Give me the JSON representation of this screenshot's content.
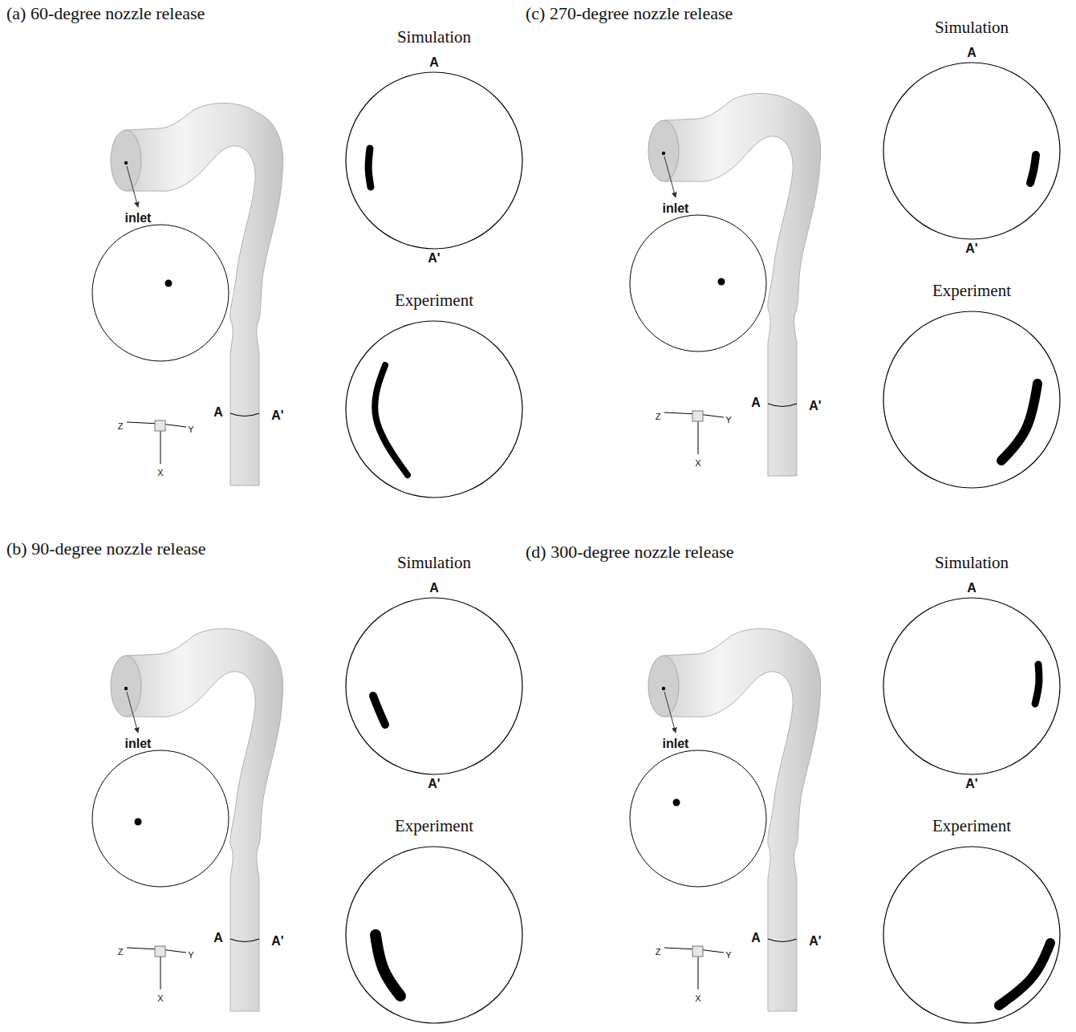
{
  "diagram": {
    "nodes": [
      {
        "text": [
          "Simulation",
          "A",
          "A'"
        ]
      },
      {
        "text": [
          "Experiment"
        ]
      },
      {
        "text": [
          "Simulation",
          "A",
          "A'"
        ]
      },
      {
        "text": [
          "Experiment"
        ]
      },
      {
        "text": [
          "Simulation",
          "A",
          "A'"
        ]
      },
      {
        "text": [
          "Experiment"
        ]
      },
      {
        "text": [
          "Simulation",
          "A",
          "A'"
        ]
      },
      {
        "text": [
          "Experiment"
        ]
      }
    ],
    "labels": [
      "(a) 60-degree nozzle release",
      "inlet",
      "Z",
      "Y",
      "X",
      "A",
      "A'",
      "(c) 270-degree nozzle release",
      "inlet",
      "Z",
      "Y",
      "X",
      "A",
      "A'",
      "(b) 90-degree nozzle release",
      "inlet",
      "Z",
      "Y",
      "X",
      "A",
      "A'",
      "(d) 300-degree nozzle release",
      "inlet",
      "Z",
      "Y",
      "X",
      "A",
      "A'"
    ]
  }
}
